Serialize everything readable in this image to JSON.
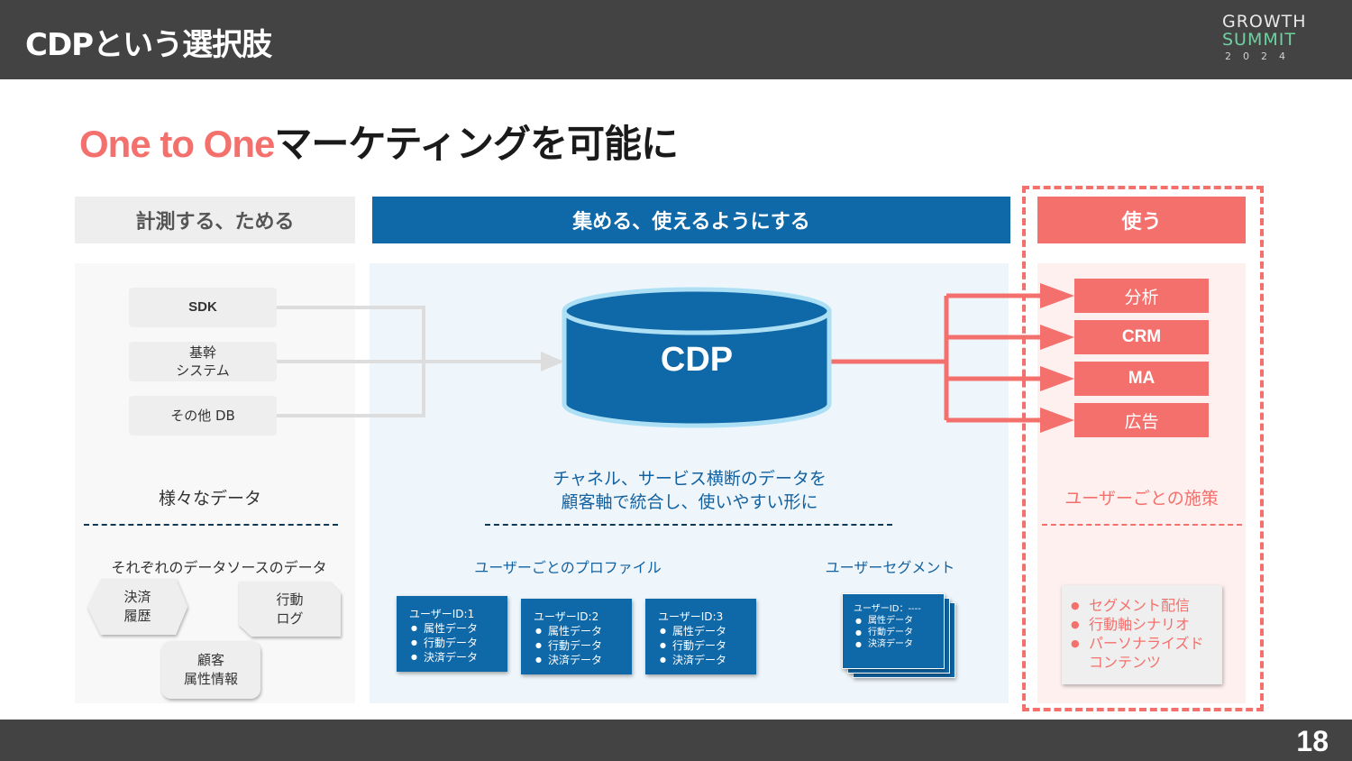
{
  "header": {
    "title": "CDPという選択肢",
    "logo": {
      "line1": "GROWTH",
      "line2": "SUMMIT",
      "line3": "2024"
    }
  },
  "main_title": {
    "accent": "One to One",
    "rest": "マーケティングを可能に"
  },
  "columns": {
    "measure": "計測する、ためる",
    "collect": "集める、使えるようにする",
    "use": "使う"
  },
  "sources": [
    "SDK",
    "基幹\nシステム",
    "その他 DB"
  ],
  "cdp_label": "CDP",
  "outputs": [
    "分析",
    "CRM",
    "MA",
    "広告"
  ],
  "left_panel": {
    "label": "様々なデータ",
    "sub_label": "それぞれのデータソースのデータ",
    "chips": [
      "決済\n履歴",
      "行動\nログ",
      "顧客\n属性情報"
    ]
  },
  "mid_panel": {
    "label": "チャネル、サービス横断のデータを\n顧客軸で統合し、使いやすい形に",
    "profile_label": "ユーザーごとのプロファイル",
    "segment_label": "ユーザーセグメント",
    "profiles": [
      {
        "title": "ユーザーID:1",
        "items": [
          "属性データ",
          "行動データ",
          "決済データ"
        ]
      },
      {
        "title": "ユーザーID:2",
        "items": [
          "属性データ",
          "行動データ",
          "決済データ"
        ]
      },
      {
        "title": "ユーザーID:3",
        "items": [
          "属性データ",
          "行動データ",
          "決済データ"
        ]
      }
    ],
    "segment": {
      "title": "ユーザーID：----",
      "items": [
        "属性データ",
        "行動データ",
        "決済データ"
      ]
    }
  },
  "right_panel": {
    "label": "ユーザーごとの施策",
    "items": [
      "セグメント配信",
      "行動軸シナリオ",
      "パーソナライズド",
      "コンテンツ"
    ]
  },
  "page_number": "18",
  "colors": {
    "accent": "#f4706c",
    "primary": "#0f68a8",
    "header_bg": "#434343",
    "light_gray": "#eeeeee"
  }
}
